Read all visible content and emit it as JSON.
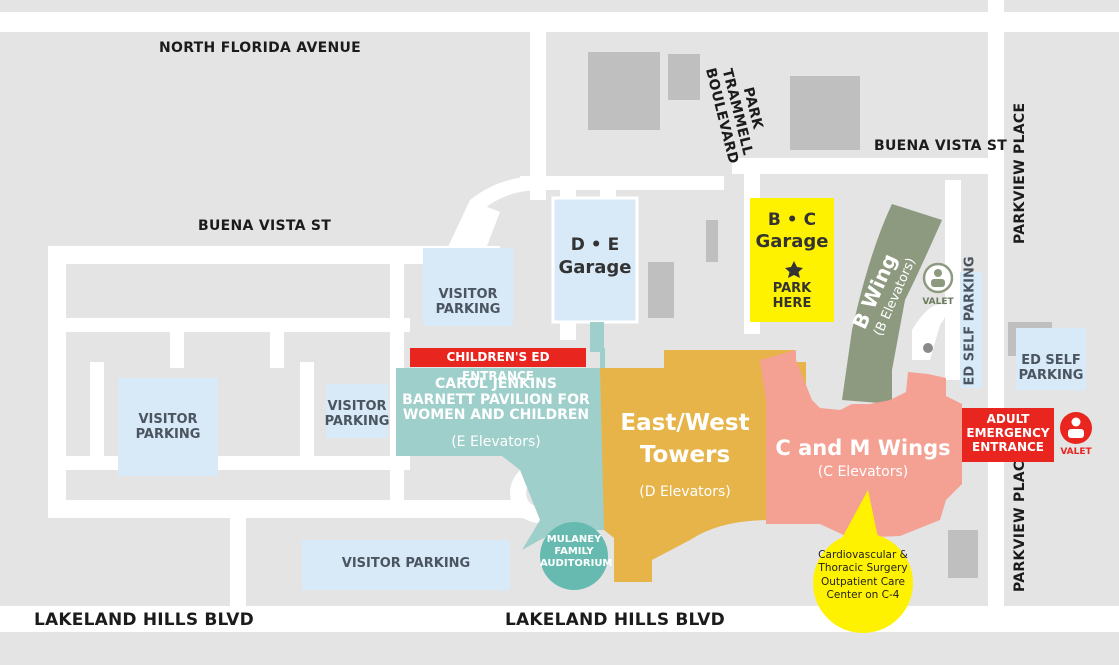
{
  "roads": {
    "north_florida_ave": "NORTH FLORIDA AVENUE",
    "park_trammell": "PARK TRAMMELL BOULEVARD",
    "buena_vista_right": "BUENA VISTA ST",
    "buena_vista_left": "BUENA VISTA ST",
    "parkview_top": "PARKVIEW PLACE",
    "parkview_bottom": "PARKVIEW PLACE",
    "lakeland_left": "LAKELAND HILLS BLVD",
    "lakeland_center": "LAKELAND HILLS BLVD"
  },
  "parking": {
    "visitor_top": "VISITOR PARKING",
    "visitor_left": "VISITOR PARKING",
    "visitor_small": "VISITOR PARKING",
    "visitor_bottom": "VISITOR PARKING",
    "ed_self_vertical": "ED SELF PARKING",
    "ed_self_box": "ED SELF PARKING"
  },
  "garages": {
    "de_name": "D • E",
    "de_word": "Garage",
    "bc_name": "B • C",
    "bc_word": "Garage",
    "bc_park_here": "PARK HERE"
  },
  "buildings": {
    "pavilion_name": "CAROL JENKINS BARNETT PAVILION FOR WOMEN AND CHILDREN",
    "pavilion_elevators": "(E Elevators)",
    "towers_name_1": "East/West",
    "towers_name_2": "Towers",
    "towers_elevators": "(D Elevators)",
    "cm_name": "C and M Wings",
    "cm_elevators": "(C Elevators)",
    "b_wing_name": "B Wing",
    "b_wing_elevators": "(B Elevators)",
    "auditorium": "MULANEY FAMILY AUDITORIUM"
  },
  "entrances": {
    "childrens_ed": "CHILDREN'S ED ENTRANCE",
    "adult_emergency": "ADULT EMERGENCY ENTRANCE"
  },
  "valet": {
    "top": "VALET",
    "right": "VALET"
  },
  "callout": {
    "cardio": "Cardiovascular & Thoracic Surgery Outpatient Care Center on C-4"
  },
  "colors": {
    "background": "#e4e4e4",
    "road": "#ffffff",
    "parking": "#d8e9f8",
    "pavilion": "#9ecfcb",
    "towers": "#e7b44a",
    "cm_wings": "#f4a093",
    "b_wing": "#8d9a7f",
    "bc_garage": "#fff200",
    "red": "#e8251f",
    "auditorium": "#67bab0",
    "callout": "#fff200"
  }
}
